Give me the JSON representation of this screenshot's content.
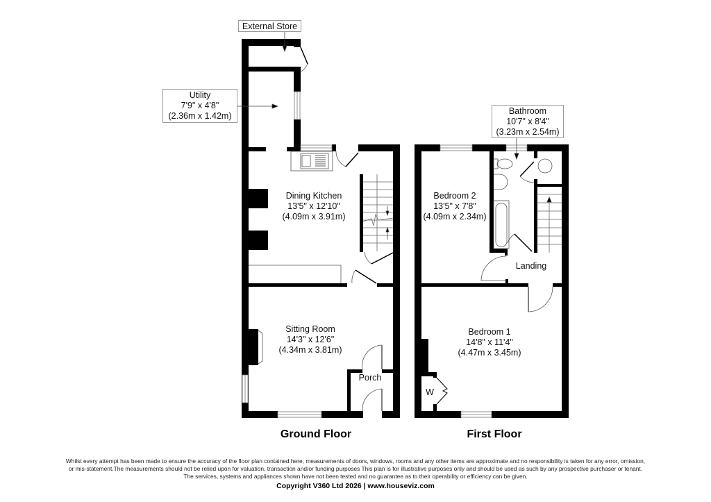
{
  "floors": {
    "ground": {
      "title": "Ground Floor",
      "rooms": {
        "external_store": {
          "name": "External Store"
        },
        "utility": {
          "name": "Utility",
          "imperial": "7'9\" x 4'8\"",
          "metric": "(2.36m x 1.42m)"
        },
        "dining_kitchen": {
          "name": "Dining Kitchen",
          "imperial": "13'5\" x 12'10\"",
          "metric": "(4.09m x 3.91m)"
        },
        "sitting_room": {
          "name": "Sitting Room",
          "imperial": "14'3\" x 12'6\"",
          "metric": "(4.34m x 3.81m)"
        },
        "porch": {
          "name": "Porch"
        }
      }
    },
    "first": {
      "title": "First Floor",
      "rooms": {
        "bathroom": {
          "name": "Bathroom",
          "imperial": "10'7\" x 8'4\"",
          "metric": "(3.23m x 2.54m)"
        },
        "bedroom_2": {
          "name": "Bedroom 2",
          "imperial": "13'5\" x 7'8\"",
          "metric": "(4.09m x 2.34m)"
        },
        "landing": {
          "name": "Landing"
        },
        "bedroom_1": {
          "name": "Bedroom 1",
          "imperial": "14'8\" x 11'4\"",
          "metric": "(4.47m x 3.45m)"
        },
        "wardrobe": {
          "name": "W"
        }
      }
    }
  },
  "footer": {
    "disclaimer_line1": "Whilst every attempt has been made to ensure the accuracy of the floor plan contained here, measurements of doors, windows, rooms and any other items are approximate and no responsibility is taken for any error, omission,",
    "disclaimer_line2": "or mis-statement.The measurements should not be relied upon for valuation, transaction and/or funding purposes This plan is for illustrative purposes only and should be used as such by any prospective purchaser or tenant.",
    "disclaimer_line3": "The services, systems and appliances shown have not been tested and no guarantee as to their operability or efficiency can be given.",
    "copyright": "Copyright V360 Ltd 2026 | www.houseviz.com"
  },
  "colors": {
    "wall": "#000000",
    "callout_border": "#9a9a9a",
    "fixture_line": "#555555"
  }
}
